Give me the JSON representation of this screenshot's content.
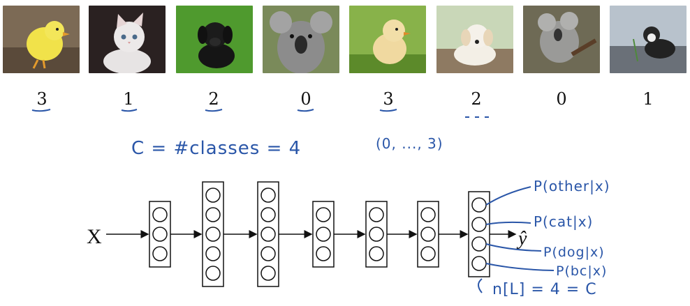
{
  "images": [
    {
      "icon": "chick-photo",
      "label": "3",
      "underline": true
    },
    {
      "icon": "kitten-photo",
      "label": "1",
      "underline": true
    },
    {
      "icon": "puppy-photo",
      "label": "2",
      "underline": true
    },
    {
      "icon": "koala-photo",
      "label": "0",
      "underline": true
    },
    {
      "icon": "chick-photo",
      "label": "3",
      "underline": true
    },
    {
      "icon": "puppy-photo",
      "label": "2",
      "underline": false
    },
    {
      "icon": "koala-photo",
      "label": "0",
      "underline": false
    },
    {
      "icon": "kitten-photo",
      "label": "1",
      "underline": false
    }
  ],
  "annotations": {
    "classes_formula": "C = #classes = 4",
    "range": "(0, ..., 3)",
    "output_sizes": "n[L] = 4 = C"
  },
  "network": {
    "input_label": "X",
    "output_label": "ŷ",
    "layer_units": [
      3,
      5,
      5,
      3,
      3,
      3,
      4
    ],
    "output_probs": [
      "P(other|x)",
      "P(cat|x)",
      "P(dog|x)",
      "P(bc|x)"
    ]
  },
  "colors": {
    "ink": "#2a56a8",
    "diagram": "#111111"
  }
}
